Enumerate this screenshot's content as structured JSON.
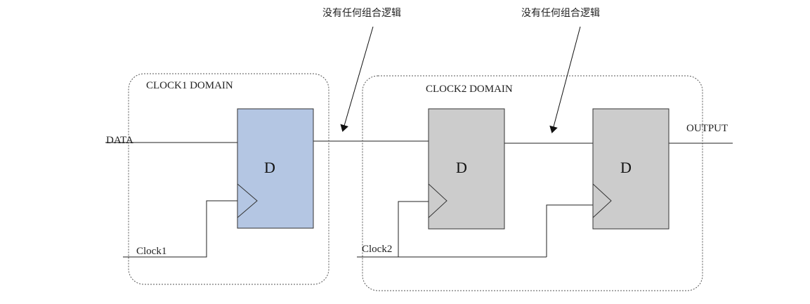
{
  "domains": {
    "clock1": "CLOCK1 DOMAIN",
    "clock2": "CLOCK2 DOMAIN"
  },
  "signals": {
    "data": "DATA",
    "output": "OUTPUT",
    "clock1": "Clock1",
    "clock2": "Clock2"
  },
  "flipflops": {
    "ff1": "D",
    "ff2": "D",
    "ff3": "D"
  },
  "annotations": {
    "note1": "没有任何组合逻辑",
    "note2": "没有任何组合逻辑"
  },
  "colors": {
    "ff_clock1_fill": "#b4c6e3",
    "ff_clock2_fill": "#cccccc"
  }
}
